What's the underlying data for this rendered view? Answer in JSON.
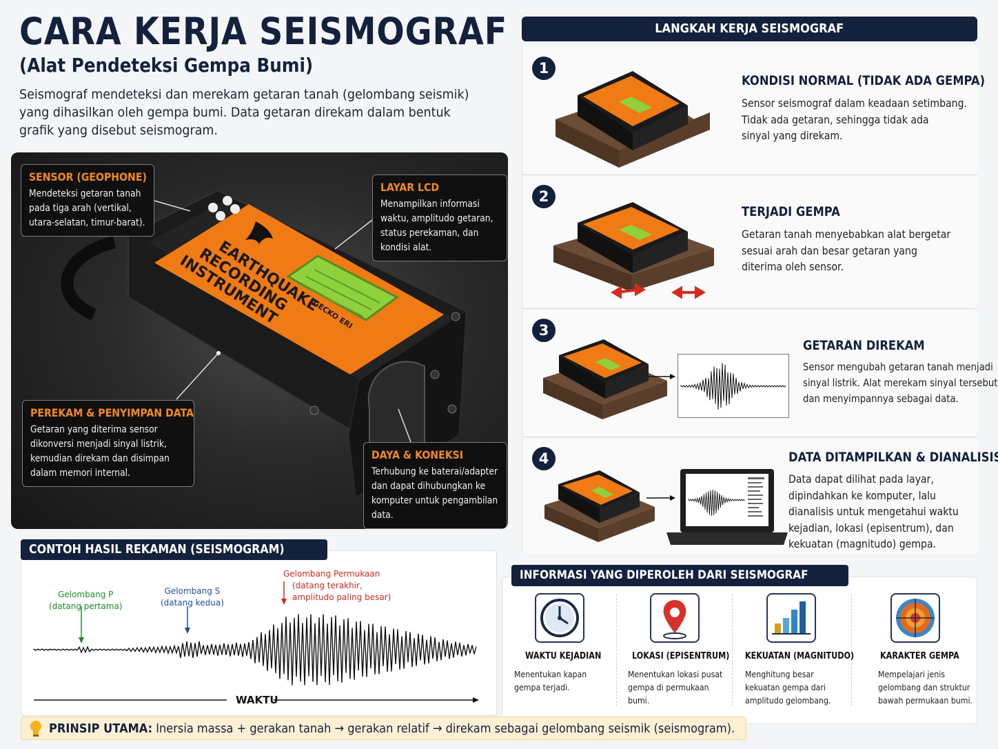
{
  "header": {
    "title": "CARA KERJA SEISMOGRAF",
    "subtitle": "(Alat Pendeteksi Gempa Bumi)",
    "intro_lines": [
      "Seismograf mendeteksi dan merekam getaran tanah (gelombang seismik)",
      "yang dihasilkan oleh gempa bumi. Data getaran direkam dalam bentuk",
      "grafik yang disebut seismogram."
    ]
  },
  "device": {
    "label_lines": [
      "EARTHQUAKE",
      "RECORDING",
      "INSTRUMENT"
    ],
    "brand": "GECKO ERI",
    "colors": {
      "orange": "#f07a14",
      "lcd": "#8ed13c",
      "body": "#1a1a1a"
    }
  },
  "callouts": {
    "sensor": {
      "title": "SENSOR (GEOPHONE)",
      "lines": [
        "Mendeteksi getaran tanah",
        "pada tiga arah (vertikal,",
        "utara-selatan, timur-barat)."
      ]
    },
    "lcd": {
      "title": "LAYAR LCD",
      "lines": [
        "Menampilkan informasi",
        "waktu, amplitudo getaran,",
        "status perekaman, dan",
        "kondisi alat."
      ]
    },
    "recorder": {
      "title": "PEREKAM & PENYIMPAN DATA",
      "lines": [
        "Getaran yang diterima sensor",
        "dikonversi menjadi sinyal listrik,",
        "kemudian direkam dan disimpan",
        "dalam memori internal."
      ]
    },
    "power": {
      "title": "DAYA & KONEKSI",
      "lines": [
        "Terhubung ke baterai/adapter",
        "dan dapat dihubungkan ke",
        "komputer untuk pengambilan",
        "data."
      ]
    }
  },
  "steps": {
    "header": "LANGKAH KERJA SEISMOGRAF",
    "items": [
      {
        "num": "1",
        "title": "KONDISI NORMAL (TIDAK ADA GEMPA)",
        "lines": [
          "Sensor seismograf dalam keadaan setimbang.",
          "Tidak ada getaran, sehingga tidak ada",
          "sinyal yang direkam."
        ]
      },
      {
        "num": "2",
        "title": "TERJADI GEMPA",
        "lines": [
          "Getaran tanah menyebabkan alat bergetar",
          "sesuai arah dan besar getaran yang",
          "diterima oleh sensor."
        ]
      },
      {
        "num": "3",
        "title": "GETARAN DIREKAM",
        "lines": [
          "Sensor mengubah getaran tanah menjadi",
          "sinyal listrik. Alat merekam sinyal tersebut",
          "dan menyimpannya sebagai data."
        ]
      },
      {
        "num": "4",
        "title": "DATA DITAMPILKAN & DIANALISIS",
        "lines": [
          "Data dapat dilihat pada layar,",
          "dipindahkan ke komputer, lalu",
          "dianalisis untuk mengetahui waktu",
          "kejadian, lokasi (episentrum), dan",
          "kekuatan (magnitudo) gempa."
        ]
      }
    ]
  },
  "seismogram": {
    "header": "CONTOH HASIL REKAMAN (SEISMOGRAM)",
    "p_wave": {
      "title": "Gelombang P",
      "sub": "(datang pertama)",
      "color": "#1e8a2e"
    },
    "s_wave": {
      "title": "Gelombang S",
      "sub": "(datang kedua)",
      "color": "#1f4fa3"
    },
    "surface_wave": {
      "title": "Gelombang Permukaan",
      "sub1": "(datang terakhir,",
      "sub2": "amplitudo paling besar)",
      "color": "#d12a1f"
    },
    "time_axis_label": "WAKTU"
  },
  "info": {
    "header": "INFORMASI YANG DIPEROLEH DARI SEISMOGRAF",
    "items": [
      {
        "icon": "clock-icon",
        "title": "WAKTU KEJADIAN",
        "lines": [
          "Menentukan kapan",
          "gempa terjadi."
        ]
      },
      {
        "icon": "location-pin-icon",
        "title": "LOKASI (EPISENTRUM)",
        "lines": [
          "Menentukan lokasi pusat",
          "gempa di permukaan",
          "bumi."
        ]
      },
      {
        "icon": "bar-chart-icon",
        "title": "KEKUATAN (MAGNITUDO)",
        "lines": [
          "Menghitung besar",
          "kekuatan gempa dari",
          "amplitudo gelombang."
        ]
      },
      {
        "icon": "earth-layers-icon",
        "title": "KARAKTER GEMPA",
        "lines": [
          "Mempelajari jenis",
          "gelombang dan struktur",
          "bawah permukaan bumi."
        ]
      }
    ]
  },
  "principle": {
    "icon": "lightbulb-icon",
    "label": "PRINSIP UTAMA:",
    "text": "Inersia massa + gerakan tanah → gerakan relatif → direkam sebagai gelombang seismik (seismogram)."
  }
}
